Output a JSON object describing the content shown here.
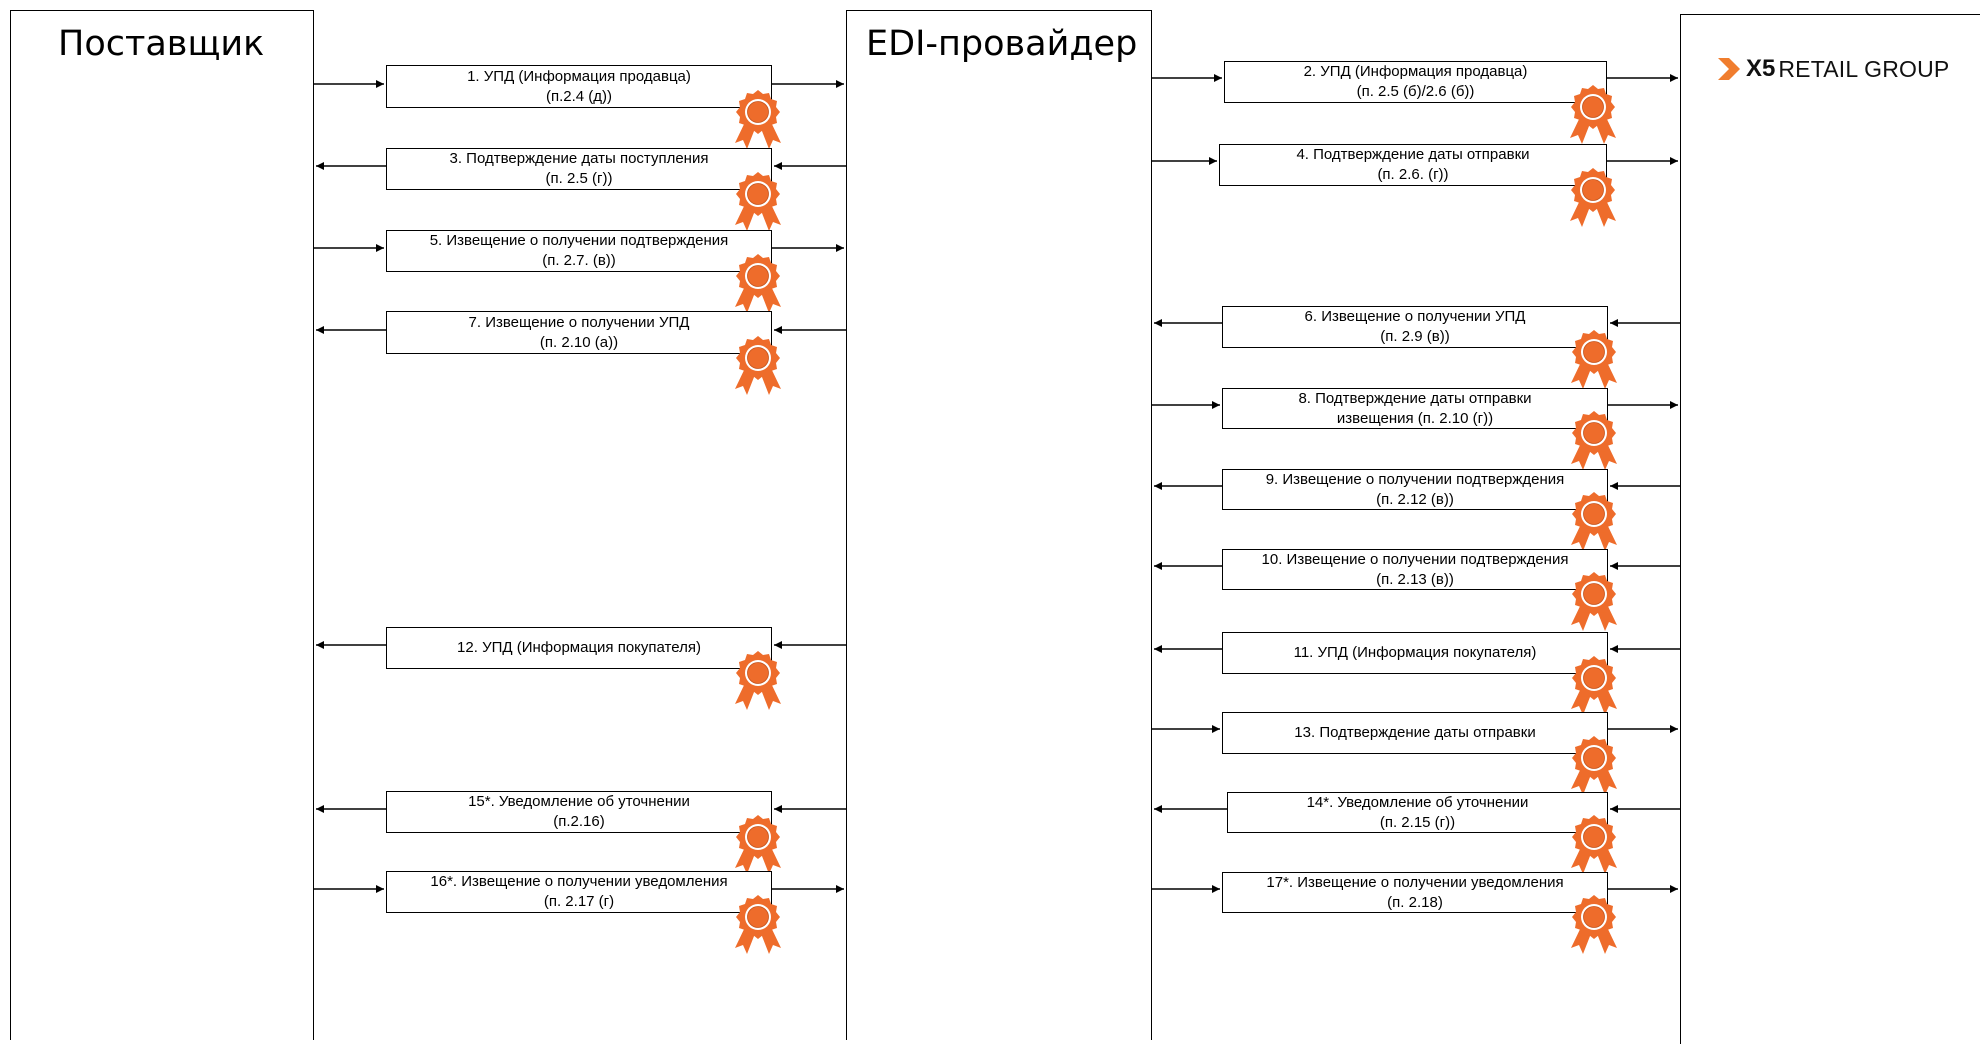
{
  "lanes": {
    "supplier": "Поставщик",
    "edi": "EDI-провайдер",
    "logo_x5": "X5",
    "logo_rest": "RETAIL GROUP"
  },
  "colors": {
    "seal": "#ee6c2b",
    "seal_dark": "#c2521b",
    "logo_chevron": "#f07d2e"
  },
  "icons": {
    "seal": "certificate-seal-icon",
    "logo": "x5-logo-chevron-icon"
  },
  "left_messages": [
    {
      "line1": "1. УПД (Информация продавца)",
      "line2": "(п.2.4 (д))",
      "direction": "to-edi"
    },
    {
      "line1": "3. Подтверждение даты поступления",
      "line2": "(п. 2.5 (г))",
      "direction": "to-supplier"
    },
    {
      "line1": "5. Извещение о получении подтверждения",
      "line2": "(п. 2.7. (в))",
      "direction": "to-edi"
    },
    {
      "line1": "7. Извещение о получении УПД",
      "line2": "(п. 2.10 (а))",
      "direction": "to-supplier"
    },
    {
      "line1": "12. УПД (Информация покупателя)",
      "line2": "",
      "direction": "to-supplier"
    },
    {
      "line1": "15*. Уведомление об уточнении",
      "line2": "(п.2.16)",
      "direction": "to-supplier"
    },
    {
      "line1": "16*. Извещение о получении уведомления",
      "line2": "(п. 2.17 (г)",
      "direction": "to-edi"
    }
  ],
  "right_messages": [
    {
      "line1": "2. УПД (Информация продавца)",
      "line2": "(п. 2.5 (б)/2.6 (б))",
      "direction": "to-x5"
    },
    {
      "line1": "4. Подтверждение даты отправки",
      "line2": "(п. 2.6. (г))",
      "direction": "to-x5"
    },
    {
      "line1": "6. Извещение о получении УПД",
      "line2": "(п. 2.9 (в))",
      "direction": "to-edi"
    },
    {
      "line1": "8. Подтверждение даты отправки",
      "line2": "извещения (п. 2.10 (г))",
      "direction": "to-x5"
    },
    {
      "line1": "9. Извещение о получении подтверждения",
      "line2": "(п. 2.12 (в))",
      "direction": "to-edi"
    },
    {
      "line1": "10. Извещение о получении подтверждения",
      "line2": "(п. 2.13 (в))",
      "direction": "to-edi"
    },
    {
      "line1": "11. УПД (Информация покупателя)",
      "line2": "",
      "direction": "to-edi"
    },
    {
      "line1": "13. Подтверждение даты отправки",
      "line2": "",
      "direction": "to-x5"
    },
    {
      "line1": "14*. Уведомление об уточнении",
      "line2": "(п. 2.15 (г))",
      "direction": "to-edi"
    },
    {
      "line1": "17*. Извещение о получении уведомления",
      "line2": "(п. 2.18)",
      "direction": "to-x5"
    }
  ]
}
